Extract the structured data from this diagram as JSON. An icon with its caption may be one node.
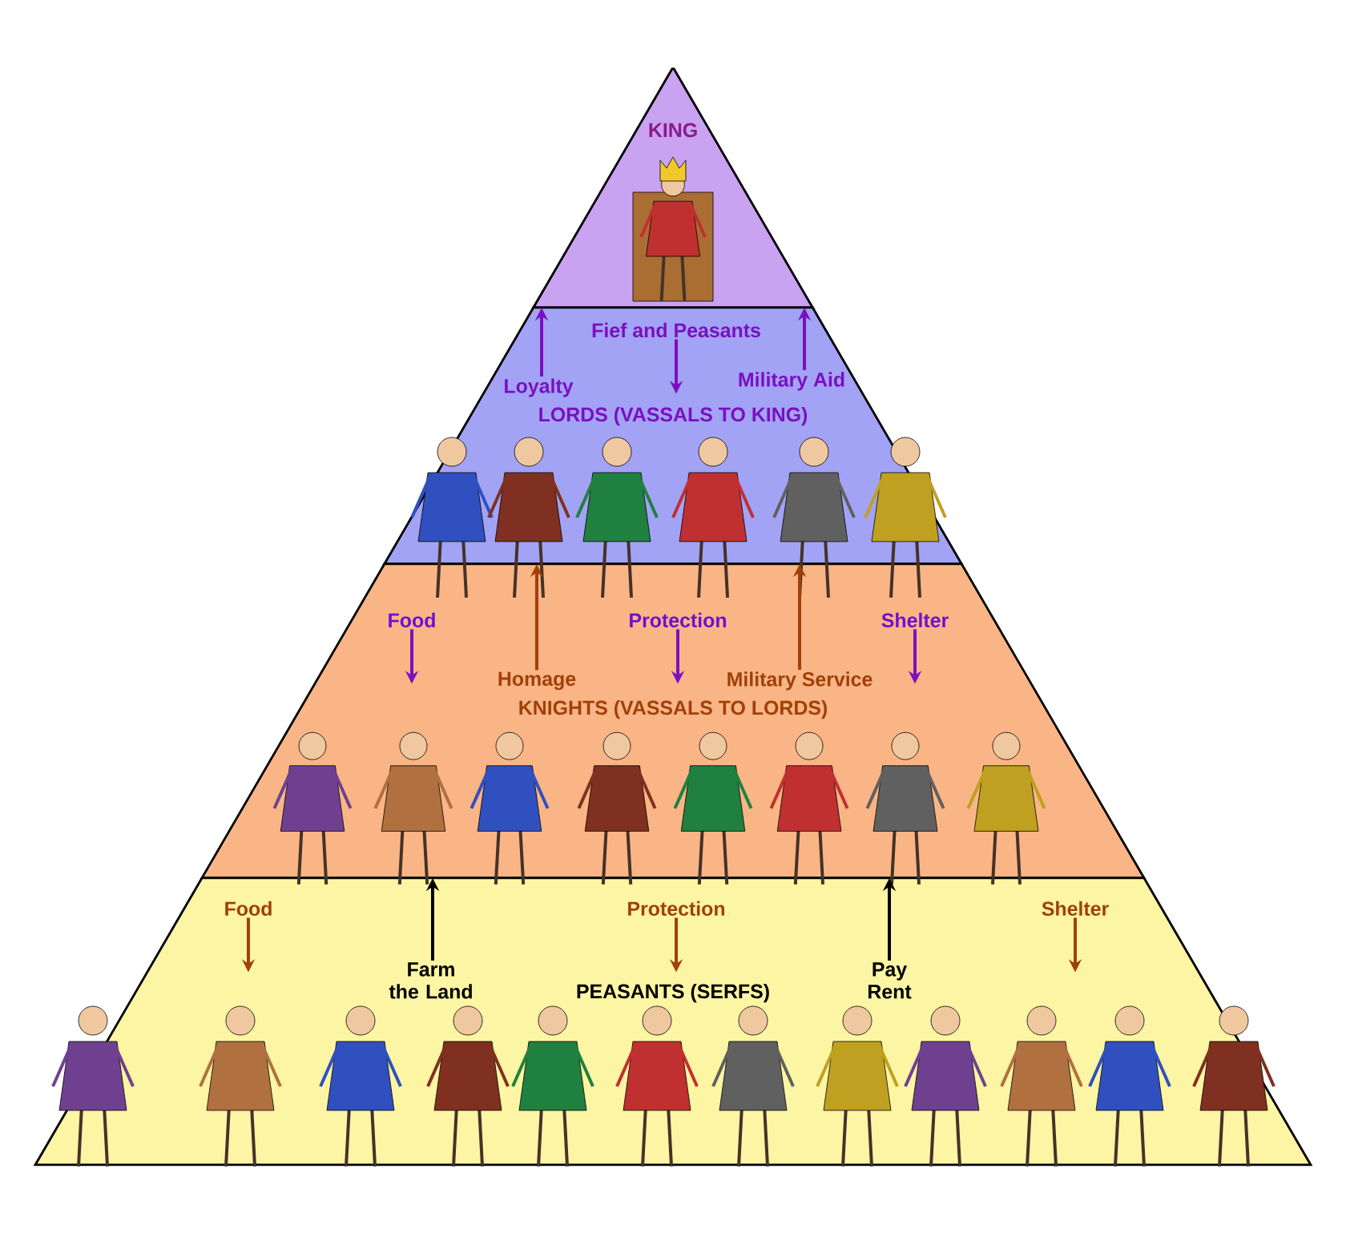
{
  "diagram": {
    "nodes": [
      {
        "text": [
          "KING"
        ]
      },
      {
        "text": [
          "LORDS (VASSALS TO KING)"
        ]
      },
      {
        "text": [
          "Fief and Peasants"
        ],
        "in": 1
      },
      {
        "text": [
          "Loyalty"
        ],
        "in": 1
      },
      {
        "text": [
          "Military Aid"
        ],
        "in": 1
      },
      {
        "text": [
          "KNIGHTS (VASSALS TO LORDS)"
        ]
      },
      {
        "text": [
          "Food"
        ],
        "in": 5
      },
      {
        "text": [
          "Homage"
        ],
        "in": 5
      },
      {
        "text": [
          "Protection"
        ],
        "in": 5
      },
      {
        "text": [
          "Military Service"
        ],
        "in": 5
      },
      {
        "text": [
          "Shelter"
        ],
        "in": 5
      },
      {
        "text": [
          "PEASANTS (SERFS)"
        ]
      },
      {
        "text": [
          "Food"
        ],
        "in": 11
      },
      {
        "text": [
          "Farm the Land"
        ],
        "in": 11
      },
      {
        "text": [
          "Protection"
        ],
        "in": 11
      },
      {
        "text": [
          "Pay Rent"
        ],
        "in": 11
      },
      {
        "text": [
          "Shelter"
        ],
        "in": 11
      }
    ],
    "edges": [
      {
        "from": 2,
        "to": null,
        "arrow": "to"
      },
      {
        "from": 3,
        "to": 0,
        "arrow": "to"
      },
      {
        "from": 4,
        "to": 0,
        "arrow": "to"
      },
      {
        "from": 6,
        "to": null,
        "arrow": "to"
      },
      {
        "from": 7,
        "to": 1,
        "arrow": "to",
        "color": "#a0400a"
      },
      {
        "from": 8,
        "to": null,
        "arrow": "to"
      },
      {
        "from": 9,
        "to": 1,
        "arrow": "to",
        "color": "#a0400a"
      },
      {
        "from": 10,
        "to": null,
        "arrow": "to"
      },
      {
        "from": 12,
        "to": null,
        "arrow": "to",
        "color": "#a0400a"
      },
      {
        "from": 13,
        "to": 5,
        "arrow": "to",
        "color": "#000000"
      },
      {
        "from": 14,
        "to": null,
        "arrow": "to",
        "color": "#a0400a"
      },
      {
        "from": 15,
        "to": 5,
        "arrow": "to",
        "color": "#000000"
      },
      {
        "from": 16,
        "to": null,
        "arrow": "to",
        "color": "#a0400a"
      }
    ]
  }
}
